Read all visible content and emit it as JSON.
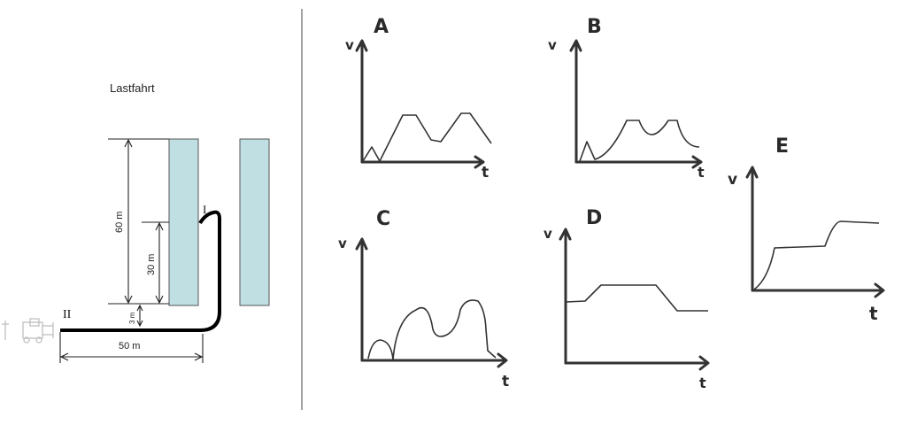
{
  "left": {
    "title": "Lastfahrt",
    "dim_60": "60 m",
    "dim_30": "30 m",
    "dim_3": "3 m",
    "dim_50": "50 m",
    "point_1": "I",
    "point_2": "II"
  },
  "graphs": {
    "A": {
      "letter": "A",
      "y_axis": "v",
      "x_axis": "t"
    },
    "B": {
      "letter": "B",
      "y_axis": "v",
      "x_axis": "t"
    },
    "C": {
      "letter": "C",
      "y_axis": "v",
      "x_axis": "t"
    },
    "D": {
      "letter": "D",
      "y_axis": "v",
      "x_axis": "t"
    },
    "E": {
      "letter": "E",
      "y_axis": "v",
      "x_axis": "t"
    }
  },
  "colors": {
    "shelf_fill": "#bfdfe2",
    "ink": "#333333"
  }
}
